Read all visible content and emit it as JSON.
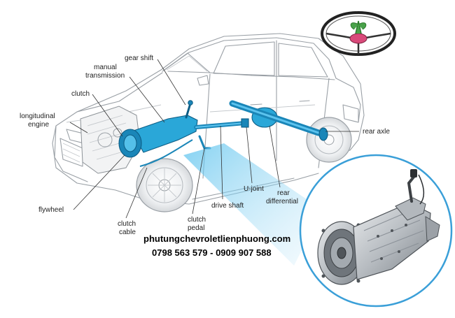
{
  "labels": {
    "gear_shift": "gear shift",
    "manual_transmission_line1": "manual",
    "manual_transmission_line2": "transmission",
    "clutch": "clutch",
    "longitudinal_engine_line1": "longitudinal",
    "longitudinal_engine_line2": "engine",
    "rear_axle": "rear axle",
    "flywheel": "flywheel",
    "clutch_cable_line1": "clutch",
    "clutch_cable_line2": "cable",
    "clutch_pedal_line1": "clutch",
    "clutch_pedal_line2": "pedal",
    "drive_shaft": "drive shaft",
    "u_joint": "U-joint",
    "rear_differential_line1": "rear",
    "rear_differential_line2": "differential"
  },
  "contact": {
    "website": "phutungchevroletlienphuong.com",
    "phones": "0798 563 579 - 0909 907 588"
  },
  "colors": {
    "highlight_blue": "#2aa7d8",
    "callout_blue": "#3a9fd8",
    "car_outline": "#9aa0a6"
  },
  "icons": {
    "logo": "steering-wheel-plant-logo"
  }
}
